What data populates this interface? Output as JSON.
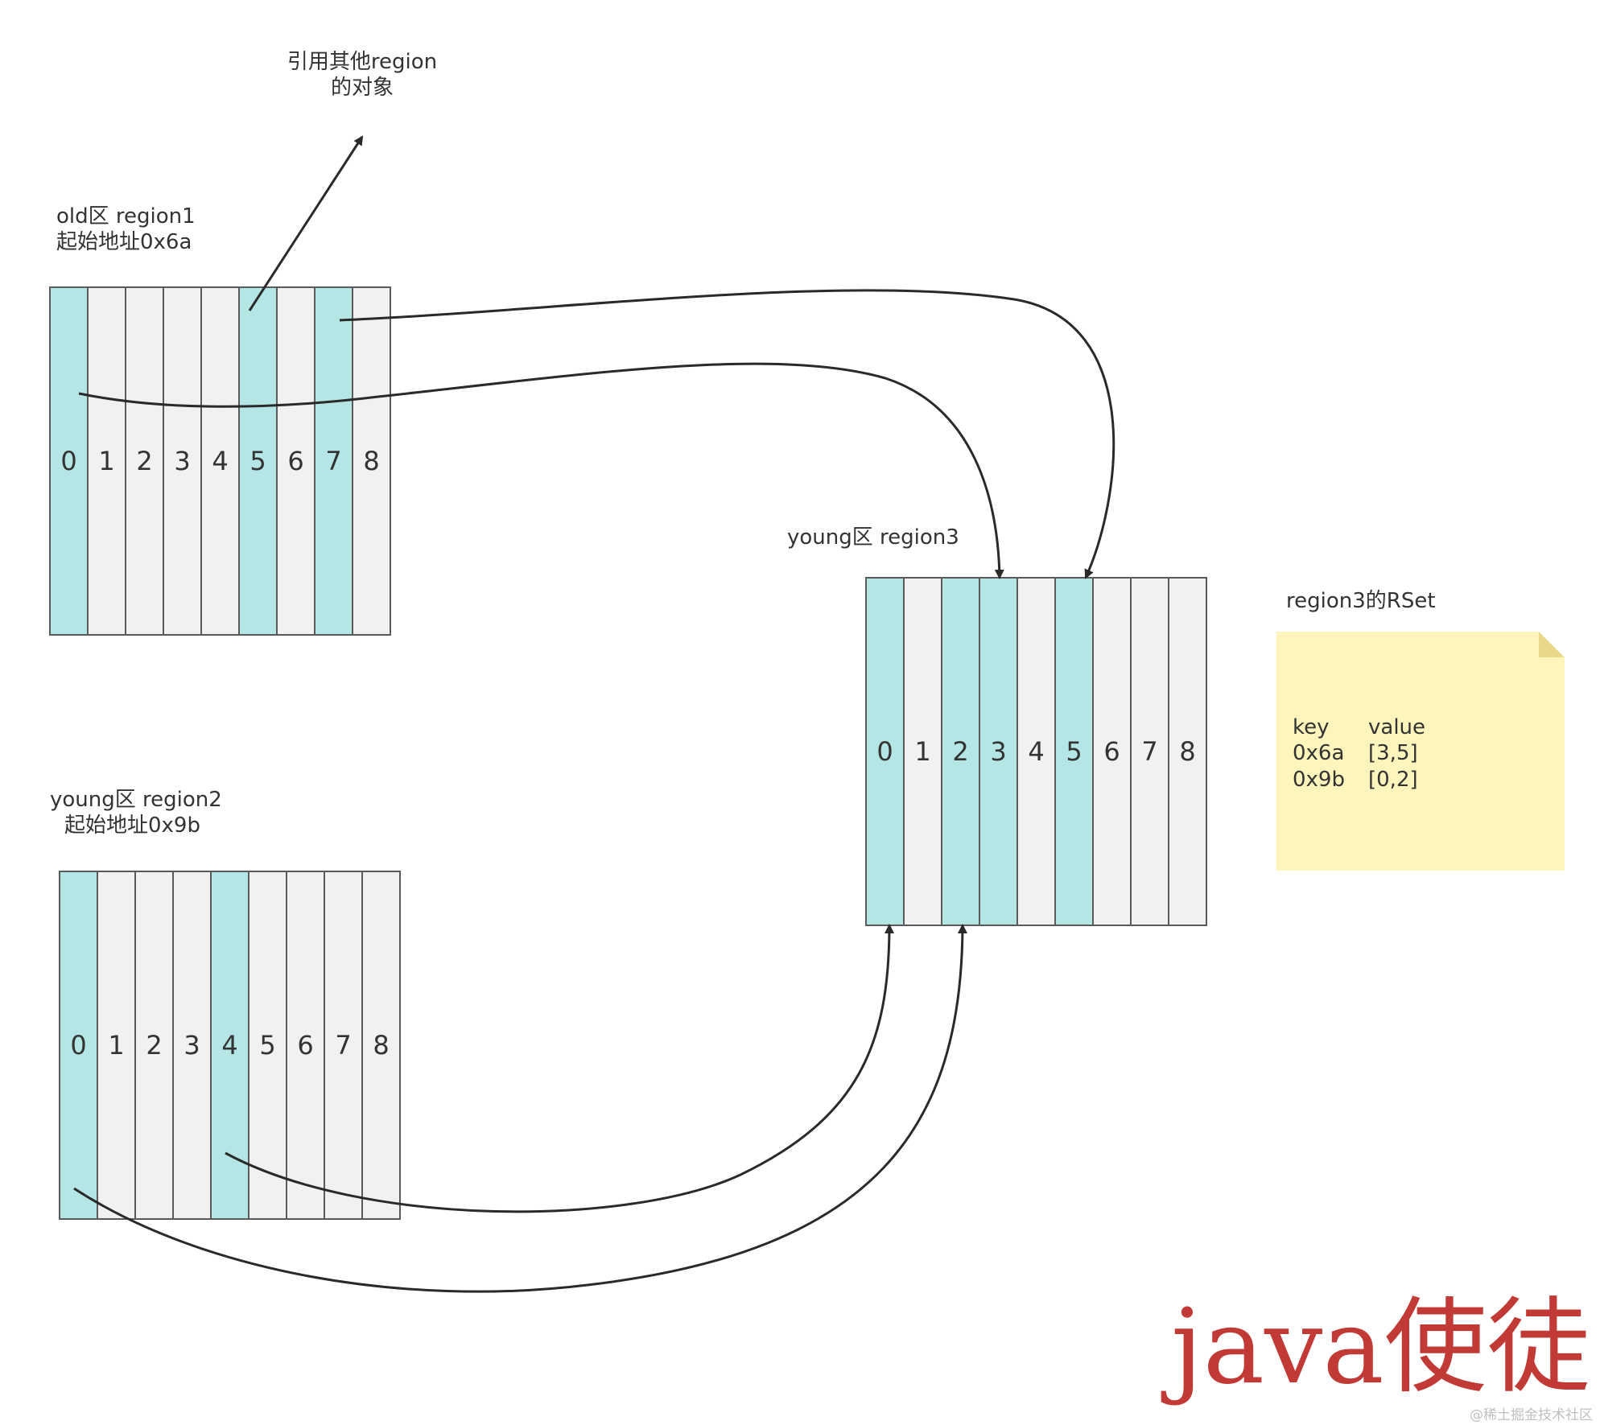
{
  "labels": {
    "ref_other_line1": "引用其他region",
    "ref_other_line2": "的对象",
    "region1_line1": "old区 region1",
    "region1_line2": "起始地址0x6a",
    "region2_line1": "young区 region2",
    "region2_line2": "起始地址0x9b",
    "region3_line1": "young区 region3",
    "rset_title": "region3的RSet"
  },
  "regions": {
    "region1": {
      "cells": [
        "0",
        "1",
        "2",
        "3",
        "4",
        "5",
        "6",
        "7",
        "8"
      ],
      "highlighted": [
        0,
        5,
        7
      ]
    },
    "region2": {
      "cells": [
        "0",
        "1",
        "2",
        "3",
        "4",
        "5",
        "6",
        "7",
        "8"
      ],
      "highlighted": [
        0,
        4
      ]
    },
    "region3": {
      "cells": [
        "0",
        "1",
        "2",
        "3",
        "4",
        "5",
        "6",
        "7",
        "8"
      ],
      "highlighted": [
        0,
        2,
        3,
        5
      ]
    }
  },
  "rset_note": {
    "header_key": "key",
    "header_value": "value",
    "rows": [
      {
        "key": "0x6a",
        "value": "[3,5]"
      },
      {
        "key": "0x9b",
        "value": "[0,2]"
      }
    ]
  },
  "colors": {
    "highlight": "#b4e6e6",
    "normal": "#f1f1f1",
    "note_bg": "#fdf5bc",
    "note_fold": "#e8d98a",
    "watermark": "#c23a35"
  },
  "watermark": {
    "text": "java使徒",
    "site": "@稀土掘金技术社区"
  }
}
